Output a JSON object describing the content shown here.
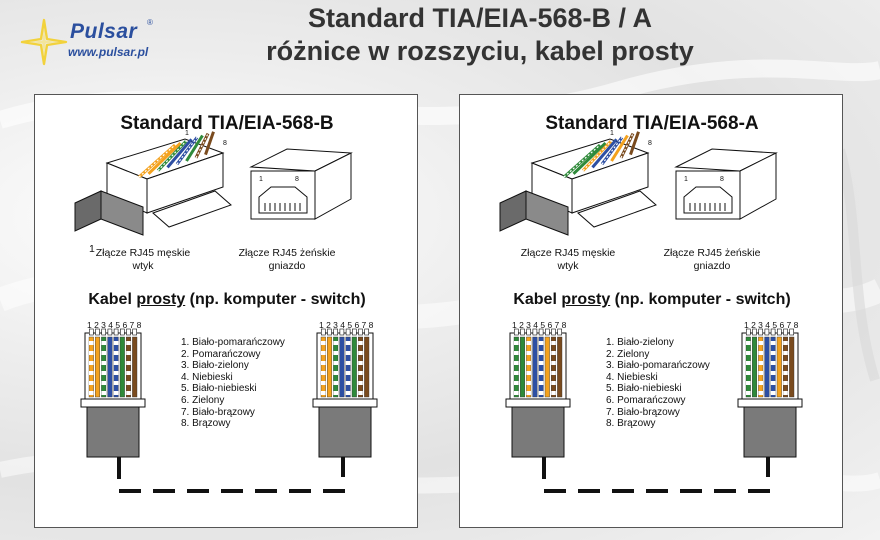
{
  "logo": {
    "name": "Pulsar",
    "registered": "®",
    "url": "www.pulsar.pl",
    "accent": "#2b4f9e",
    "star_color": "#f2d23c"
  },
  "title": {
    "line1": "Standard TIA/EIA-568-B / A",
    "line2": "różnice w rozszyciu, kabel prosty"
  },
  "colors": {
    "orange": "#f4a21e",
    "green": "#2f8a3a",
    "blue": "#2d4fa3",
    "brown": "#7a4b1e",
    "white": "#ffffff",
    "boot": "#7a7a7a",
    "cable_sheath": "#8a8a8a"
  },
  "panels": [
    {
      "id": "B",
      "title": "Standard  TIA/EIA-568-B",
      "male_pin1": "1",
      "male_pin8": "8",
      "female_pin1": "1",
      "female_pin8": "8",
      "male_caption_line1": "Złącze RJ45 męskie",
      "male_caption_line2": "wtyk",
      "female_caption_line1": "Złącze RJ45 żeńskie",
      "female_caption_line2": "gniazdo",
      "section_prefix": "Kabel ",
      "section_underlined": "prosty",
      "section_suffix": " (np. komputer - switch)",
      "pin_numbers": "1 2 3 4 5 6 7 8",
      "wires": [
        {
          "base": "orange",
          "striped": true
        },
        {
          "base": "orange",
          "striped": false
        },
        {
          "base": "green",
          "striped": true
        },
        {
          "base": "blue",
          "striped": false
        },
        {
          "base": "blue",
          "striped": true
        },
        {
          "base": "green",
          "striped": false
        },
        {
          "base": "brown",
          "striped": true
        },
        {
          "base": "brown",
          "striped": false
        }
      ],
      "legend": [
        "1. Biało-pomarańczowy",
        "2. Pomarańczowy",
        "3. Biało-zielony",
        "4. Niebieski",
        "5. Biało-niebieski",
        "6. Zielony",
        "7. Biało-brązowy",
        "8. Brązowy"
      ]
    },
    {
      "id": "A",
      "title": "Standard  TIA/EIA-568-A",
      "male_pin1": "1",
      "male_pin8": "8",
      "female_pin1": "1",
      "female_pin8": "8",
      "male_caption_line1": "Złącze RJ45 męskie",
      "male_caption_line2": "wtyk",
      "female_caption_line1": "Złącze RJ45 żeńskie",
      "female_caption_line2": "gniazdo",
      "section_prefix": "Kabel ",
      "section_underlined": "prosty",
      "section_suffix": " (np. komputer - switch)",
      "pin_numbers": "1 2 3 4 5 6 7 8",
      "wires": [
        {
          "base": "green",
          "striped": true
        },
        {
          "base": "green",
          "striped": false
        },
        {
          "base": "orange",
          "striped": true
        },
        {
          "base": "blue",
          "striped": false
        },
        {
          "base": "blue",
          "striped": true
        },
        {
          "base": "orange",
          "striped": false
        },
        {
          "base": "brown",
          "striped": true
        },
        {
          "base": "brown",
          "striped": false
        }
      ],
      "legend": [
        "1. Biało-zielony",
        "2. Zielony",
        "3. Biało-pomarańczowy",
        "4. Niebieski",
        "5. Biało-niebieski",
        "6. Pomarańczowy",
        "7. Biało-brązowy",
        "8. Brązowy"
      ]
    }
  ]
}
